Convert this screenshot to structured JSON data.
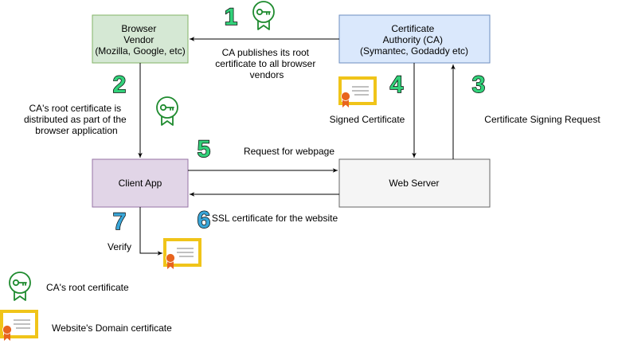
{
  "colors": {
    "vendor_fill": "#d5e8d4",
    "vendor_stroke": "#82b366",
    "ca_fill": "#dae8fc",
    "ca_stroke": "#6c8ebf",
    "client_fill": "#e1d5e7",
    "client_stroke": "#9673a6",
    "server_fill": "#f5f5f5",
    "server_stroke": "#666666",
    "step_green": "#33d17a",
    "step_blue": "#3aa6d8",
    "root_cert_green": "#1f8b2f",
    "domain_cert_gold": "#f0c419",
    "ribbon_orange": "#e8641e"
  },
  "nodes": {
    "browser_vendor": [
      "Browser",
      "Vendor",
      "(Mozilla, Google, etc)"
    ],
    "certificate_authority": [
      "Certificate",
      "Authority (CA)",
      "(Symantec, Godaddy etc)"
    ],
    "client_app": [
      "Client App"
    ],
    "web_server": [
      "Web Server"
    ]
  },
  "steps": [
    {
      "number": "1",
      "color": "green"
    },
    {
      "number": "2",
      "color": "green"
    },
    {
      "number": "3",
      "color": "green"
    },
    {
      "number": "4",
      "color": "green"
    },
    {
      "number": "5",
      "color": "green"
    },
    {
      "number": "6",
      "color": "blue"
    },
    {
      "number": "7",
      "color": "blue"
    }
  ],
  "labels": {
    "ca_publishes": [
      "CA publishes its root",
      "certificate to all browser",
      "vendors"
    ],
    "root_distributed": [
      "CA's root certificate is",
      "distributed as part of the",
      "browser application"
    ],
    "signed_certificate": [
      "Signed Certificate"
    ],
    "csr": [
      "Certificate Signing Request"
    ],
    "request_webpage": [
      "Request for webpage"
    ],
    "ssl_certificate": [
      "SSL certificate for the website"
    ],
    "verify": [
      "Verify"
    ]
  },
  "legend": {
    "root_cert": "CA's root certificate",
    "domain_cert": "Website's Domain certificate"
  },
  "icons": [
    "root-certificate-icon",
    "domain-certificate-icon"
  ]
}
